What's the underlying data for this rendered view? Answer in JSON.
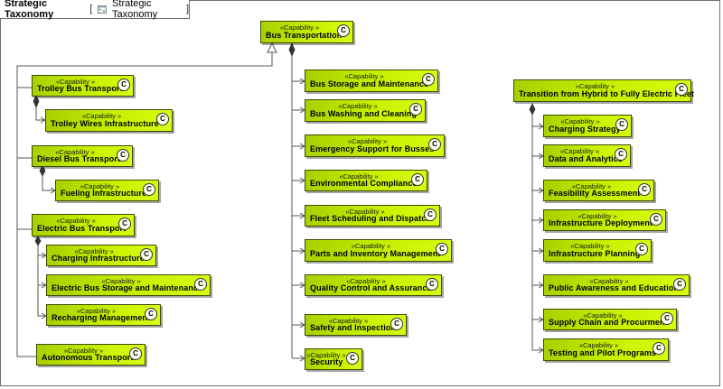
{
  "frame": {
    "title": "Strategic Taxonomy",
    "tab_open": "[",
    "diagram_name": "Strategic Taxonomy",
    "tab_close": "]"
  },
  "stereotype": "«Capability »",
  "c_icon_letter": "C",
  "nodes": {
    "bus_transportation": "Bus Transportation",
    "trolley_bus_transport": "Trolley Bus Transport",
    "trolley_wires_infrastructure": "Trolley Wires Infrastructure",
    "diesel_bus_transport": "Diesel Bus Transport",
    "fueling_infrastructure": "Fueling Infrastructure",
    "electric_bus_transport": "Electric Bus Transport",
    "charging_infrastructure": "Charging Infrastructure",
    "electric_bus_storage": "Electric Bus Storage and Maintenance",
    "recharging_management": "Recharging Management",
    "autonomous_transport": "Autonomous Transport",
    "bus_storage_maintenance": "Bus Storage and Maintenance",
    "bus_washing_cleaning": "Bus Washing and Cleaning",
    "emergency_support": "Emergency Support for Busses",
    "environmental_compliance": "Environmental Compliance",
    "fleet_scheduling": "Fleet Scheduling and Dispatch",
    "parts_inventory": "Parts and Inventory Management",
    "quality_control": "Quality Control and Assurance",
    "safety_inspection": "Safety and Inspection",
    "security": "Security",
    "transition_hybrid": "Transition from Hybrid to Fully Electric Fleet",
    "charging_strategy": "Charging Strategy",
    "data_analytics": "Data and Analytics",
    "feasibility_assessment": "Feasibility Assessment",
    "infrastructure_deployment": "Infrastructure Deployment",
    "infrastructure_planning": "Infrastructure Planning",
    "public_awareness": "Public Awareness and Education",
    "supply_chain": "Supply Chain and Procurment",
    "testing_pilot": "Testing and Pilot Programs"
  }
}
